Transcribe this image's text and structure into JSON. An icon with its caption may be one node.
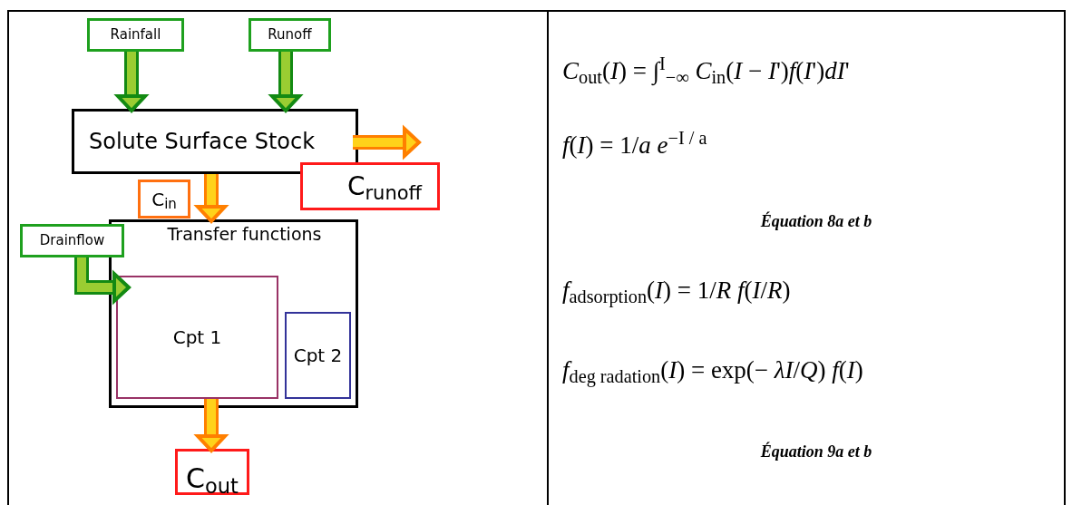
{
  "diagram": {
    "nodes": [
      {
        "text": [
          "Rainfall"
        ]
      },
      {
        "text": [
          "Runoff"
        ]
      },
      {
        "text": [
          "Solute Surface Stock"
        ]
      },
      {
        "text": [
          "C$_{runoff}$"
        ]
      },
      {
        "text": [
          "C$_{in}$"
        ]
      },
      {
        "text": [
          "Transfer functions"
        ]
      },
      {
        "text": [
          "Drainflow"
        ]
      },
      {
        "text": [
          "Cpt 1"
        ],
        "in": 5
      },
      {
        "text": [
          "Cpt 2"
        ],
        "in": 5
      },
      {
        "text": [
          "C$_{out}$"
        ]
      }
    ],
    "edges": [
      {
        "from": 0,
        "to": 2,
        "arrow": "to"
      },
      {
        "from": 1,
        "to": 2,
        "arrow": "to"
      },
      {
        "from": 2,
        "to": 3,
        "arrow": "to",
        "color": "#ff7f00"
      },
      {
        "from": 2,
        "to": 5,
        "arrow": "to",
        "color": "#ff7f00"
      },
      {
        "from": 6,
        "to": 7,
        "arrow": "to"
      },
      {
        "from": 7,
        "to": 9,
        "arrow": "to",
        "color": "#ff7f00"
      }
    ],
    "labels": [
      "*C*$_{out}$(*I*) = ∫$^{I}$$_{−∞}$ *C*$_{in}$(*I* − *I*')*f*(*I*')*dI*'",
      "*f*(*I*) = 1/*a* *e*$^{−I / a}$",
      "Équation 8a et b",
      "*f*$_{adsorption}$(*I*) = 1/*R* *f*(*I*/*R*)",
      "*f*$_{deg radation}$(*I*) = exp(− *λI*/*Q*) *f*(*I*)",
      "Équation 9a et b"
    ]
  }
}
